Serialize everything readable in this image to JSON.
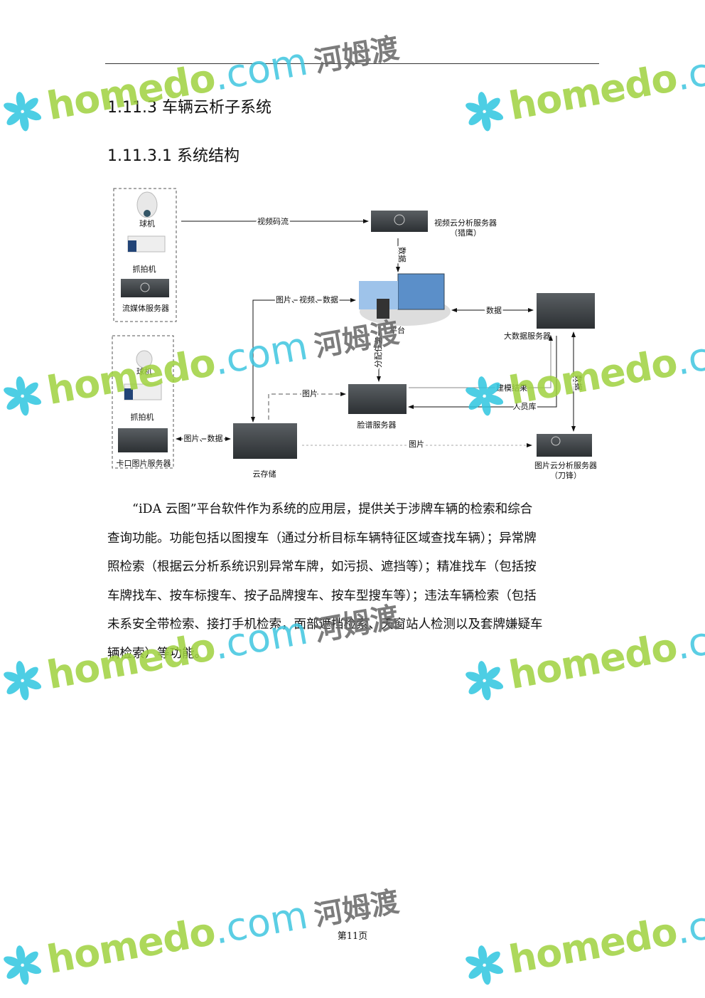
{
  "headings": {
    "h3": "1.11.3 车辆云析子系统",
    "h4": "1.11.3.1 系统结构"
  },
  "diagram": {
    "group1": [
      "球机",
      "抓拍机",
      "流媒体服务器"
    ],
    "group2": [
      "球机",
      "抓拍机",
      "卡口图片服务器"
    ],
    "video_server": "视频云分析服务器",
    "video_server_sub": "（猎鹰）",
    "platform": "平台",
    "bigdata_server": "大数据服务器",
    "face_server": "脸谱服务器",
    "cloud_storage": "云存储",
    "image_server": "图片云分析服务器",
    "image_server_sub": "（刀锋）",
    "edges": {
      "video_stream": "视频码流",
      "data_to_platform": "数据",
      "img_video_data": "图片、视频、数据",
      "platform_bigdata": "数据",
      "assign_task": "分配任务",
      "picture_face": "图片",
      "model_result": "建模结果",
      "person_db": "人员库",
      "data_vertical": "数据",
      "img_data": "图片、数据",
      "picture_image": "图片"
    }
  },
  "paragraph": [
    "“iDA 云图”平台软件作为系统的应用层，提供关于涉牌车辆的检索和综合",
    "查询功能。功能包括以图搜车（通过分析目标车辆特征区域查找车辆）；异常牌",
    "照检索（根据云分析系统识别异常车牌，如污损、遮挡等）；精准找车（包括按",
    "车牌找车、按车标搜车、按子品牌搜车、按车型搜车等）；违法车辆检索（包括",
    "未系安全带检索、接打手机检索，面部遮挡检索、天窗站人检测以及套牌嫌疑车",
    "辆检索）等功能。"
  ],
  "footer": "第11页",
  "watermark": {
    "brand": "homedo",
    "domain": ".com",
    "cn": "河姆渡"
  }
}
